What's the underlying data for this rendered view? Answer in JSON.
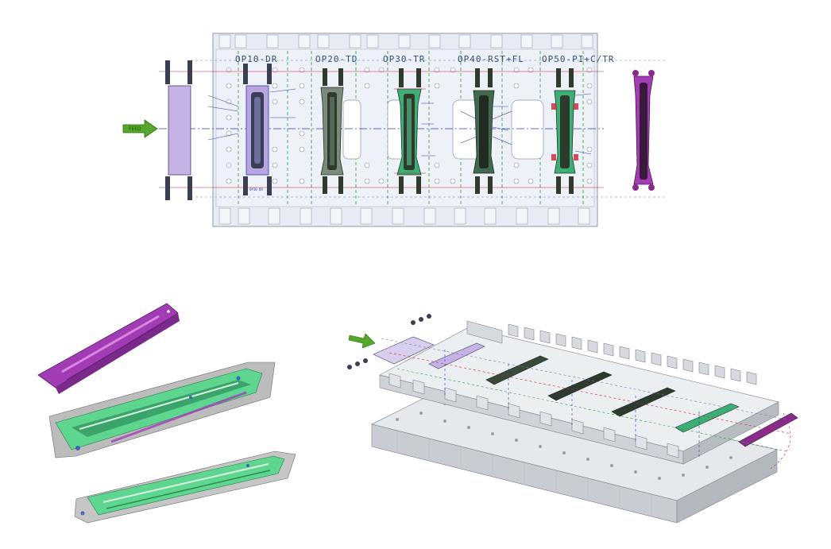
{
  "plan_view": {
    "operations": [
      {
        "label": "OP10-DR"
      },
      {
        "label": "OP20-TD"
      },
      {
        "label": "OP30-TR"
      },
      {
        "label": "OP40-RST+FL"
      },
      {
        "label": "OP50-PI+C/TR"
      }
    ],
    "feed_arrow_label": "FEED"
  },
  "colors": {
    "die_plate": "#e7ebf3",
    "die_border": "#8e98a8",
    "blank": "#c4b4e6",
    "part_dark": "#2d3a2d",
    "part_green": "#3dae74",
    "part_magenta": "#8a2a8a",
    "feed_arrow": "#55a62a",
    "dim_blue": "#2a3fb0",
    "dim_red": "#cc2233",
    "dim_green": "#2e9a3a",
    "block_gray": "#d6d9de",
    "formed_green": "#5ed690",
    "formed_magenta": "#a23cb5"
  },
  "icons": [
    "feed-arrow-icon",
    "feed-arrow-3d-icon"
  ]
}
